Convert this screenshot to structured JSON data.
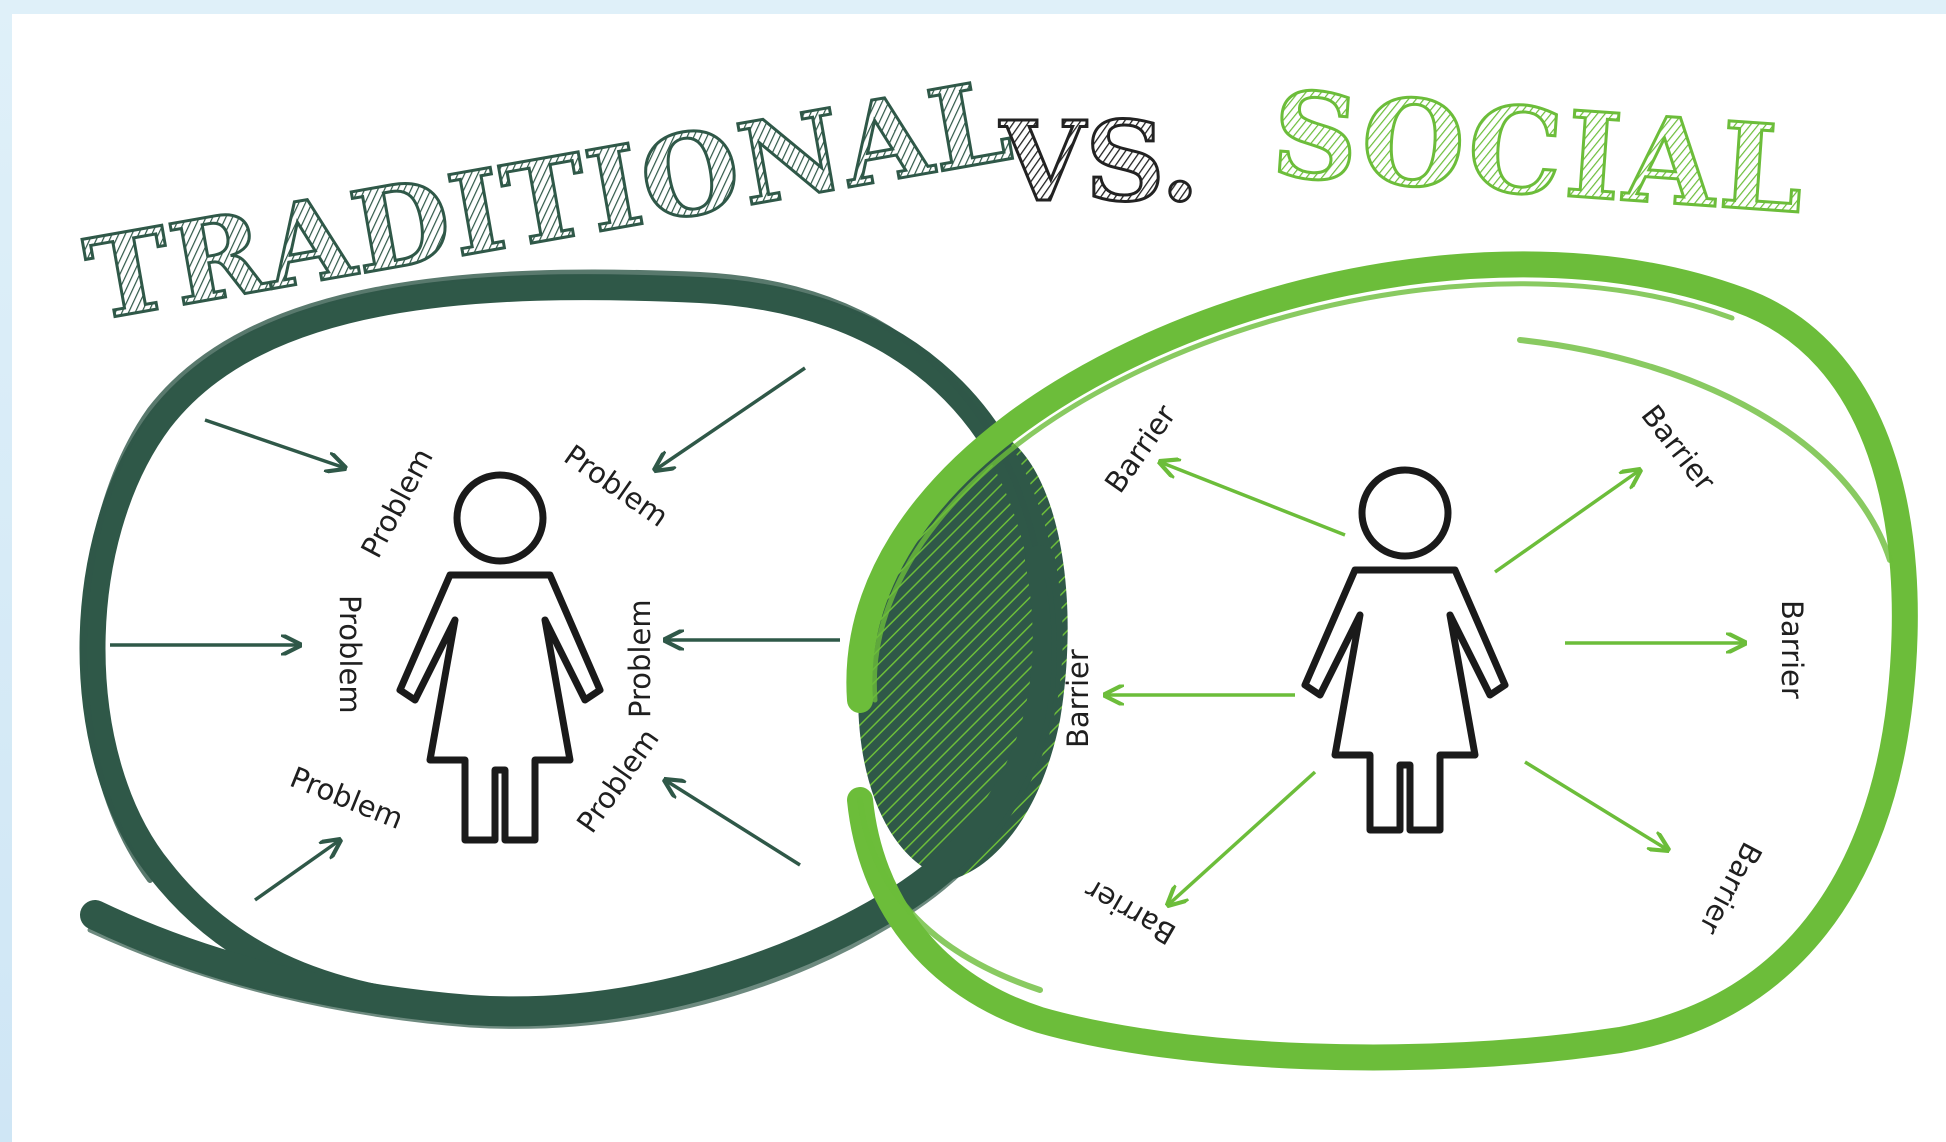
{
  "titles": {
    "left": "TRADITIONAL",
    "middle": "VS.",
    "right": "SOCIAL"
  },
  "left_labels": [
    "Problem",
    "Problem",
    "Problem",
    "Problem",
    "Problem",
    "Problem"
  ],
  "right_labels": [
    "Barrier",
    "Barrier",
    "Barrier",
    "Barrier",
    "Barrier",
    "Barrier"
  ],
  "colors": {
    "dark_green": "#2f5848",
    "light_green": "#6cbd3a",
    "figure_outline": "#1a1a1a",
    "background": "#d8ecf7"
  }
}
